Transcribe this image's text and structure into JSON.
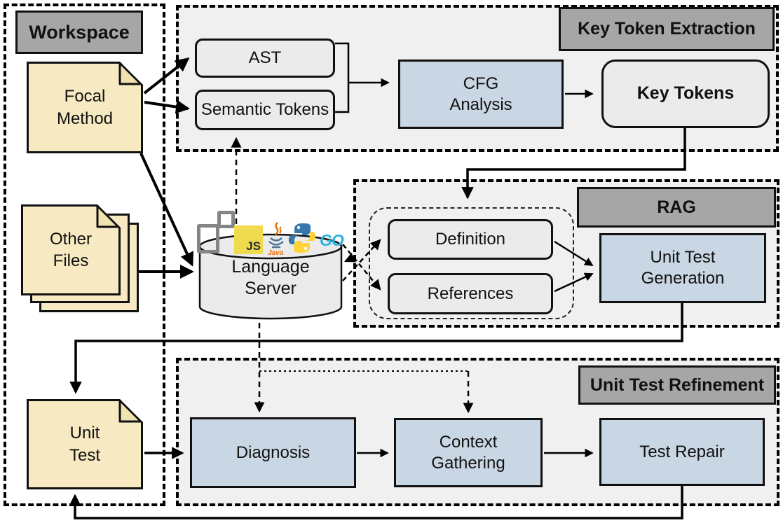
{
  "sections": {
    "workspace": {
      "label": "Workspace"
    },
    "key_token_extraction": {
      "label": "Key Token Extraction"
    },
    "rag": {
      "label": "RAG"
    },
    "unit_test_refinement": {
      "label": "Unit Test Refinement"
    }
  },
  "nodes": {
    "focal_method": {
      "lines": [
        "Focal",
        "Method"
      ]
    },
    "other_files": {
      "lines": [
        "Other",
        "Files"
      ]
    },
    "unit_test": {
      "lines": [
        "Unit",
        "Test"
      ]
    },
    "ast": {
      "label": "AST"
    },
    "semantic_tokens": {
      "label": "Semantic Tokens"
    },
    "cfg_analysis": {
      "lines": [
        "CFG",
        "Analysis"
      ]
    },
    "key_tokens": {
      "label": "Key Tokens"
    },
    "language_server": {
      "lines": [
        "Language",
        "Server"
      ]
    },
    "definition": {
      "label": "Definition"
    },
    "references": {
      "label": "References"
    },
    "unit_test_generation": {
      "lines": [
        "Unit Test",
        "Generation"
      ]
    },
    "diagnosis": {
      "label": "Diagnosis"
    },
    "context_gathering": {
      "lines": [
        "Context",
        "Gathering"
      ]
    },
    "test_repair": {
      "label": "Test Repair"
    }
  },
  "icons": {
    "javascript": {
      "label": "JS"
    },
    "java": {
      "label": "Java"
    },
    "go": {
      "label": "GO"
    },
    "python": {
      "name": "python-logo"
    },
    "blocks": {
      "name": "code-blocks"
    }
  },
  "colors": {
    "region_fill": "#f0f0f0",
    "section_label_fill": "#a6a6a6",
    "file_fill": "#f7e9c1",
    "box_fill": "#ebebeb",
    "blue_fill": "#c9d7e4",
    "border": "#111111",
    "js_yellow": "#f0db4f",
    "python_blue": "#3776ab",
    "python_yellow": "#ffd43b",
    "java_orange": "#e76f00",
    "go_cyan": "#2cb3dd"
  }
}
